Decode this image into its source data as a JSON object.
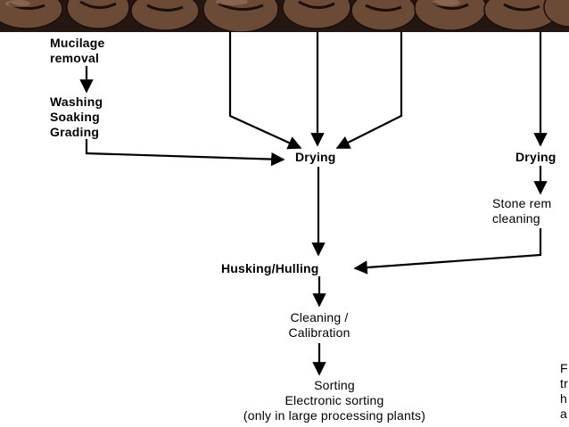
{
  "banner": {
    "icon": "coffee-beans-image"
  },
  "nodes": {
    "mucilage_removal": [
      "Mucilage",
      "removal"
    ],
    "washing_soaking_grading": [
      "Washing",
      "Soaking",
      "Grading"
    ],
    "drying_center": "Drying",
    "drying_right": "Drying",
    "stone_removal_cleaning": [
      "Stone rem",
      "cleaning"
    ],
    "husking_hulling": "Husking/Hulling",
    "cleaning_calibration": [
      "Cleaning /",
      "Calibration"
    ],
    "sorting": [
      "Sorting",
      "Electronic sorting",
      "(only in large processing plants)"
    ],
    "right_edge_fragment": [
      "F",
      "tr",
      "h",
      "a"
    ]
  },
  "colors": {
    "ink": "#000000",
    "background": "#ffffff",
    "banner_dark": "#2a1a12"
  }
}
